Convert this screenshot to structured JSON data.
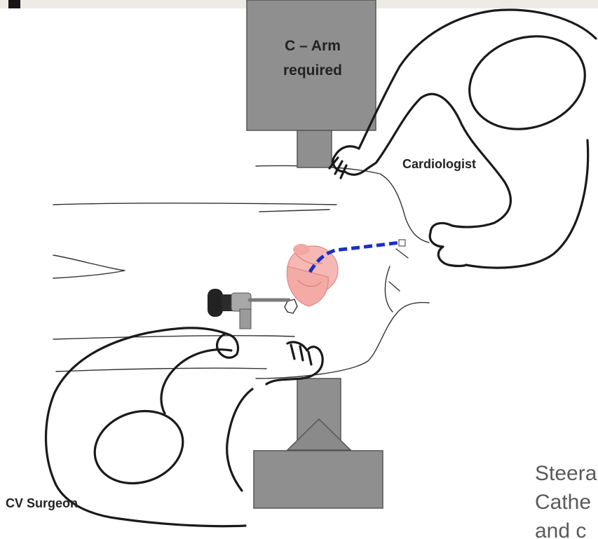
{
  "c_arm": {
    "line1": "C – Arm",
    "line2": "required"
  },
  "labels": {
    "cardiologist": "Cardiologist",
    "surgeon": "CV Surgeon"
  },
  "side_text": {
    "line1": "Steera",
    "line2": "Cathe",
    "line3": "and c"
  },
  "colors": {
    "equipment": "#8f8f8f",
    "catheter": "#1a2fc4",
    "heart": "#f6b8b4",
    "outline": "#1a1a1a"
  }
}
